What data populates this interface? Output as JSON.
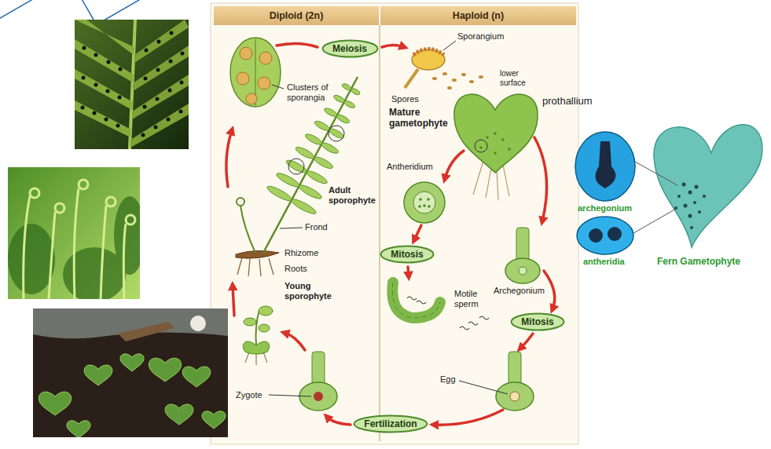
{
  "diagram": {
    "nodes": [
      {
        "text": [
          "Diploid (2n)"
        ]
      },
      {
        "text": [
          "Haploid (n)"
        ]
      },
      {
        "text": [
          "Meiosis"
        ]
      },
      {
        "text": [
          "Mitosis"
        ]
      },
      {
        "text": [
          "Mitosis"
        ]
      },
      {
        "text": [
          "Fertilization"
        ]
      }
    ],
    "labels": [
      "Sporangium",
      "lower surface",
      "Spores",
      "Clusters of sporangia",
      "prothallium",
      "Mature gametophyte",
      "Antheridium",
      "Adult sporophyte",
      "archegonium",
      "Frond",
      "Rhizome",
      "antheridia",
      "Fern Gametophyte",
      "Roots",
      "Young sporophyte",
      "Motile sperm",
      "Archegonium",
      "Egg",
      "Zygote"
    ]
  }
}
